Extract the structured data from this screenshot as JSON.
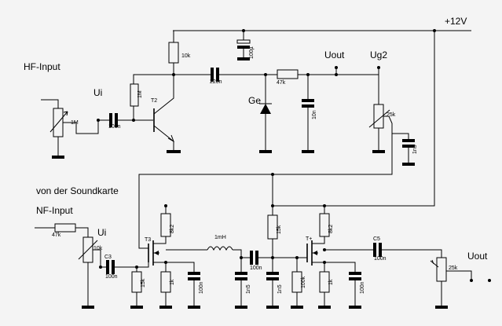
{
  "labels": {
    "supply": "+12V",
    "hf_input": "HF-Input",
    "ui_top": "Ui",
    "t2": "T2",
    "uout_top": "Uout",
    "ug2": "Ug2",
    "ge": "Ge",
    "soundcard": "von der Soundkarte",
    "nf_input": "NF-Input",
    "ui_bottom": "Ui",
    "t3": "T3",
    "t4": "T+",
    "uout_bottom": "Uout"
  },
  "values": {
    "r_input_pot_top": "1M",
    "r_base_t2": "1M",
    "r_collector_t2": "10k",
    "c_input_top": "100n",
    "c_coupling_220": "220n",
    "c_supply": "100µ",
    "r_47k_top": "47k",
    "c_10n": "10n",
    "pot_ug2": "25k",
    "c_1n5_top": "1n5",
    "r_47k_bottom": "47k",
    "pot_nf_in": "10k",
    "c3_name": "C3",
    "c3_value": "100n",
    "r_15k_t3": "15k",
    "r_1k_t3": "1k",
    "c_100n_t3": "100n",
    "r_8k2_t3": "8k2",
    "inductor": "1mH",
    "c_100n_mid": "100n",
    "c_1n5_mid": "1n5",
    "r_15k_mid": "15k",
    "c_1n5_mid2": "1n5",
    "r_100k": "100k",
    "r_1k_t4": "1k",
    "c_100n_t4": "100n",
    "r_8k2_t4": "8k2",
    "c5_name": "C5",
    "c5_value": "100n",
    "pot_out": "25k"
  }
}
